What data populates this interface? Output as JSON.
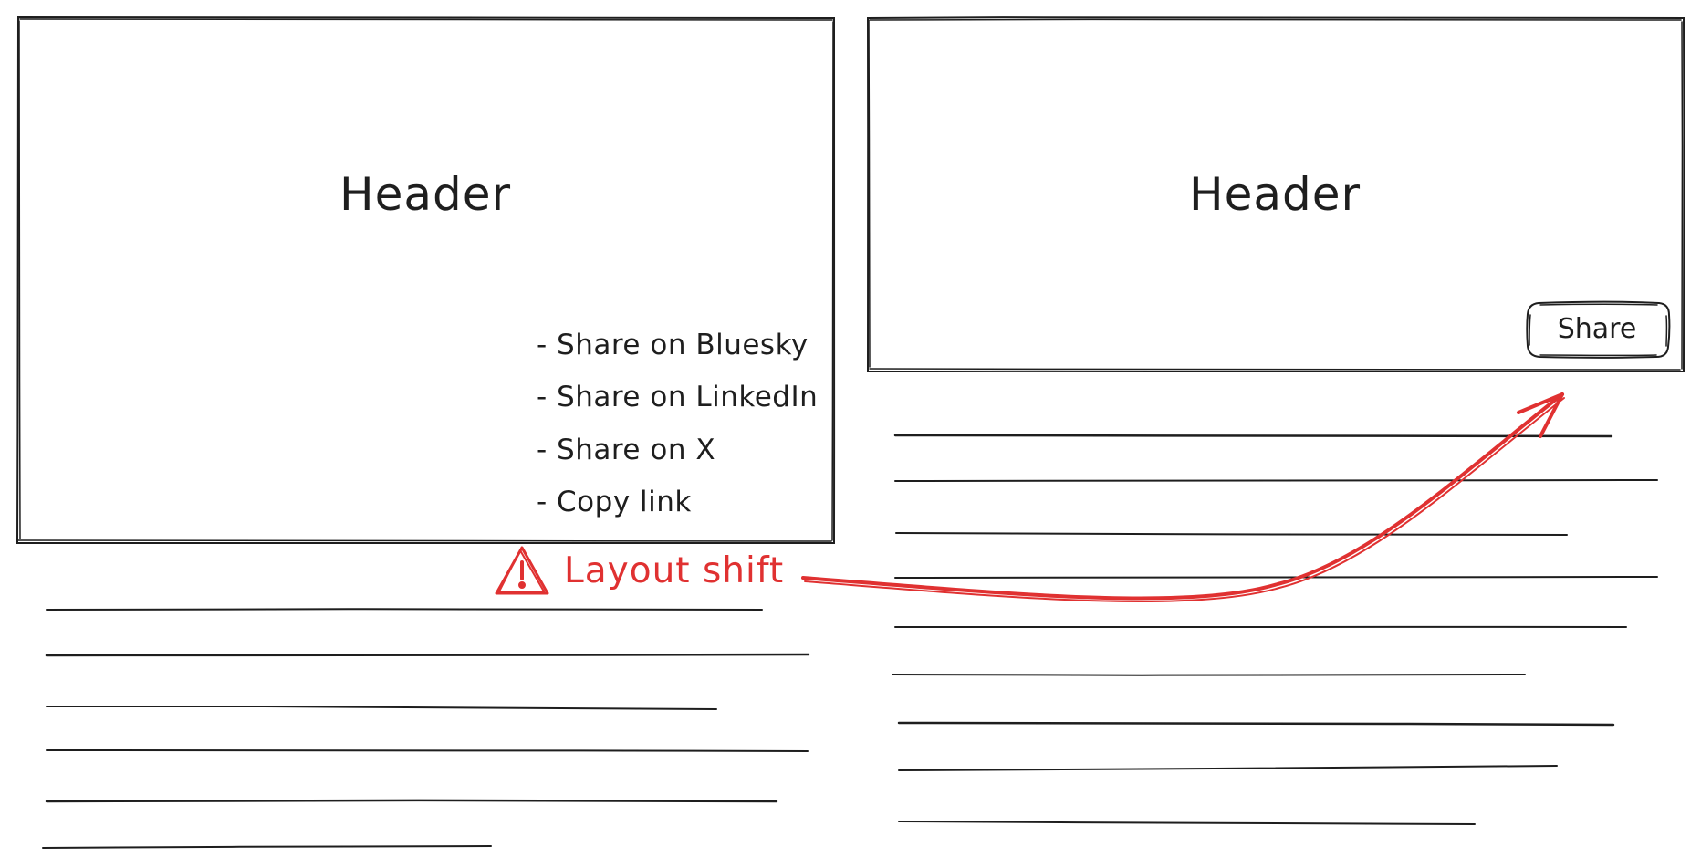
{
  "diagram": {
    "left_panel": {
      "header_label": "Header",
      "share_menu": [
        "- Share on Bluesky",
        "- Share on LinkedIn",
        "- Share on X",
        "- Copy link"
      ]
    },
    "right_panel": {
      "header_label": "Header",
      "share_button_label": "Share"
    },
    "annotation": {
      "label": "Layout shift",
      "icon": "warning-triangle-icon"
    },
    "colors": {
      "ink": "#1e1e1e",
      "accent": "#e03131"
    }
  }
}
